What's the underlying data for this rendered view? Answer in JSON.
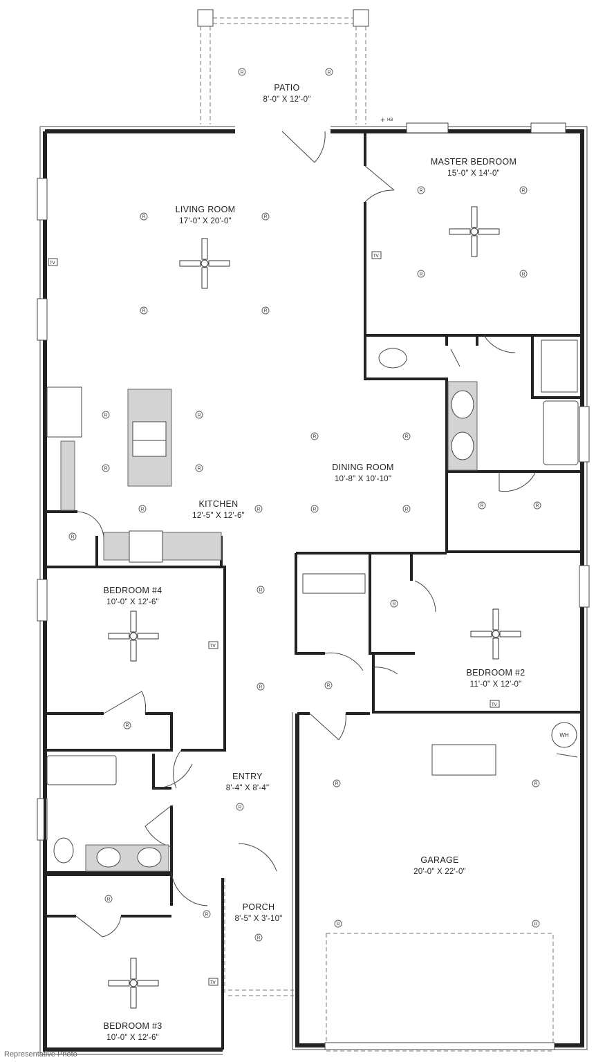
{
  "rooms": {
    "patio": {
      "name": "PATIO",
      "dims": "8'-0\" X 12'-0\""
    },
    "master": {
      "name": "MASTER BEDROOM",
      "dims": "15'-0\" X 14'-0\""
    },
    "living": {
      "name": "LIVING ROOM",
      "dims": "17'-0\" X 20'-0\""
    },
    "dining": {
      "name": "DINING ROOM",
      "dims": "10'-8\" X 10'-10\""
    },
    "kitchen": {
      "name": "KITCHEN",
      "dims": "12'-5\" X 12'-6\""
    },
    "bedroom4": {
      "name": "BEDROOM #4",
      "dims": "10'-0\" X 12'-6\""
    },
    "bedroom2": {
      "name": "BEDROOM #2",
      "dims": "11'-0\" X 12'-0\""
    },
    "entry": {
      "name": "ENTRY",
      "dims": "8'-4\" X 8'-4\""
    },
    "garage": {
      "name": "GARAGE",
      "dims": "20'-0\" X 22'-0\""
    },
    "porch": {
      "name": "PORCH",
      "dims": "8'-5\" X 3'-10\""
    },
    "bedroom3": {
      "name": "BEDROOM #3",
      "dims": "10'-0\" X 12'-6\""
    }
  },
  "symbols": {
    "recessed_light": "R",
    "tv": "TV",
    "water_heater": "WH",
    "hose_bib": "HB"
  },
  "watermark": "Representative Photo",
  "colors": {
    "wall": "#222222",
    "counter": "#d3d3d3",
    "background": "#ffffff"
  }
}
